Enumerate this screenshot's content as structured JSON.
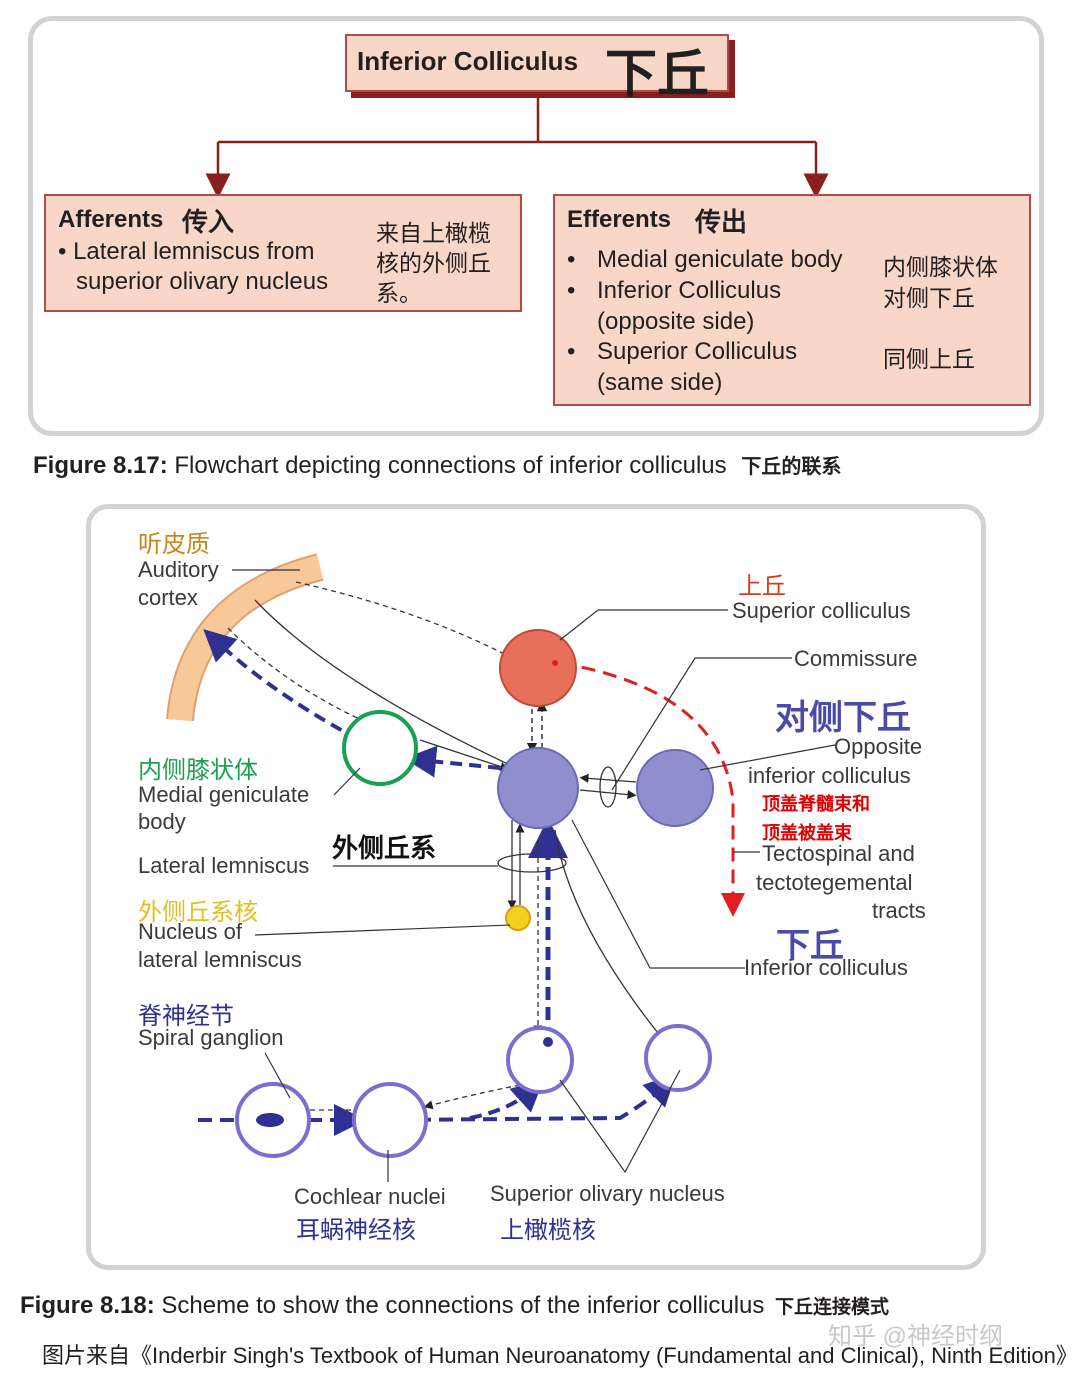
{
  "fig1": {
    "root": {
      "en": "Inferior Colliculus",
      "zh": "下丘"
    },
    "afferents": {
      "title_en": "Afferents",
      "title_zh": "传入",
      "item_line1": "• Lateral lemniscus from",
      "item_line2": "superior olivary nucleus",
      "note_zh": [
        "来自上橄榄",
        "核的外侧丘",
        "系。"
      ]
    },
    "efferents": {
      "title_en": "Efferents",
      "title_zh": "传出",
      "bullet": "•",
      "items": [
        {
          "line1": "Medial geniculate body",
          "line2": "",
          "zh": "内侧膝状体"
        },
        {
          "line1": "Inferior Colliculus",
          "line2": "(opposite side)",
          "zh": "对侧下丘"
        },
        {
          "line1": "Superior Colliculus",
          "line2": "(same side)",
          "zh": "同侧上丘"
        }
      ]
    },
    "caption": {
      "label": "Figure 8.17:",
      "text": " Flowchart depicting connections of inferior colliculus",
      "zh": "下丘的联系"
    }
  },
  "fig2": {
    "labels": {
      "auditory_cortex_zh": "听皮质",
      "auditory_cortex_1": "Auditory",
      "auditory_cortex_2": "cortex",
      "superior_colliculus_zh": "上丘",
      "superior_colliculus": "Superior colliculus",
      "commissure": "Commissure",
      "opposite_ic_zh": "对侧下丘",
      "opposite_ic_1": "Opposite",
      "opposite_ic_2": "inferior colliculus",
      "tectospinal_zh_1": "顶盖脊髓束和",
      "tectospinal_zh_2": "顶盖被盖束",
      "tectospinal_1": "Tectospinal and",
      "tectospinal_2": "tectotegemental",
      "tectospinal_3": "tracts",
      "inferior_colliculus_zh": "下丘",
      "inferior_colliculus": "Inferior colliculus",
      "mgb_zh": "内侧膝状体",
      "mgb_1": "Medial geniculate",
      "mgb_2": "body",
      "lateral_lemniscus_zh": "外侧丘系",
      "lateral_lemniscus": "Lateral lemniscus",
      "nll_zh": "外侧丘系核",
      "nll_1": "Nucleus of",
      "nll_2": "lateral lemniscus",
      "spiral_ganglion_zh": "脊神经节",
      "spiral_ganglion": "Spiral ganglion",
      "cochlear_nuclei": "Cochlear nuclei",
      "cochlear_nuclei_zh": "耳蜗神经核",
      "son": "Superior olivary nucleus",
      "son_zh": "上橄榄核"
    },
    "colors": {
      "blue_path": "#2e3192",
      "red_path": "#e02020",
      "cortex": "#f6c08f",
      "ic_fill": "#8f8fd0",
      "sc_fill": "#e8705a",
      "mgb_ring": "#1aa050",
      "nll_fill": "#f4d020"
    },
    "caption": {
      "label": "Figure 8.18:",
      "text": " Scheme to show the connections of the inferior colliculus",
      "zh": "下丘连接模式"
    }
  },
  "source": "图片来自《Inderbir Singh's Textbook of Human Neuroanatomy (Fundamental and Clinical), Ninth Edition》",
  "watermark": "知乎 @神经时纲"
}
